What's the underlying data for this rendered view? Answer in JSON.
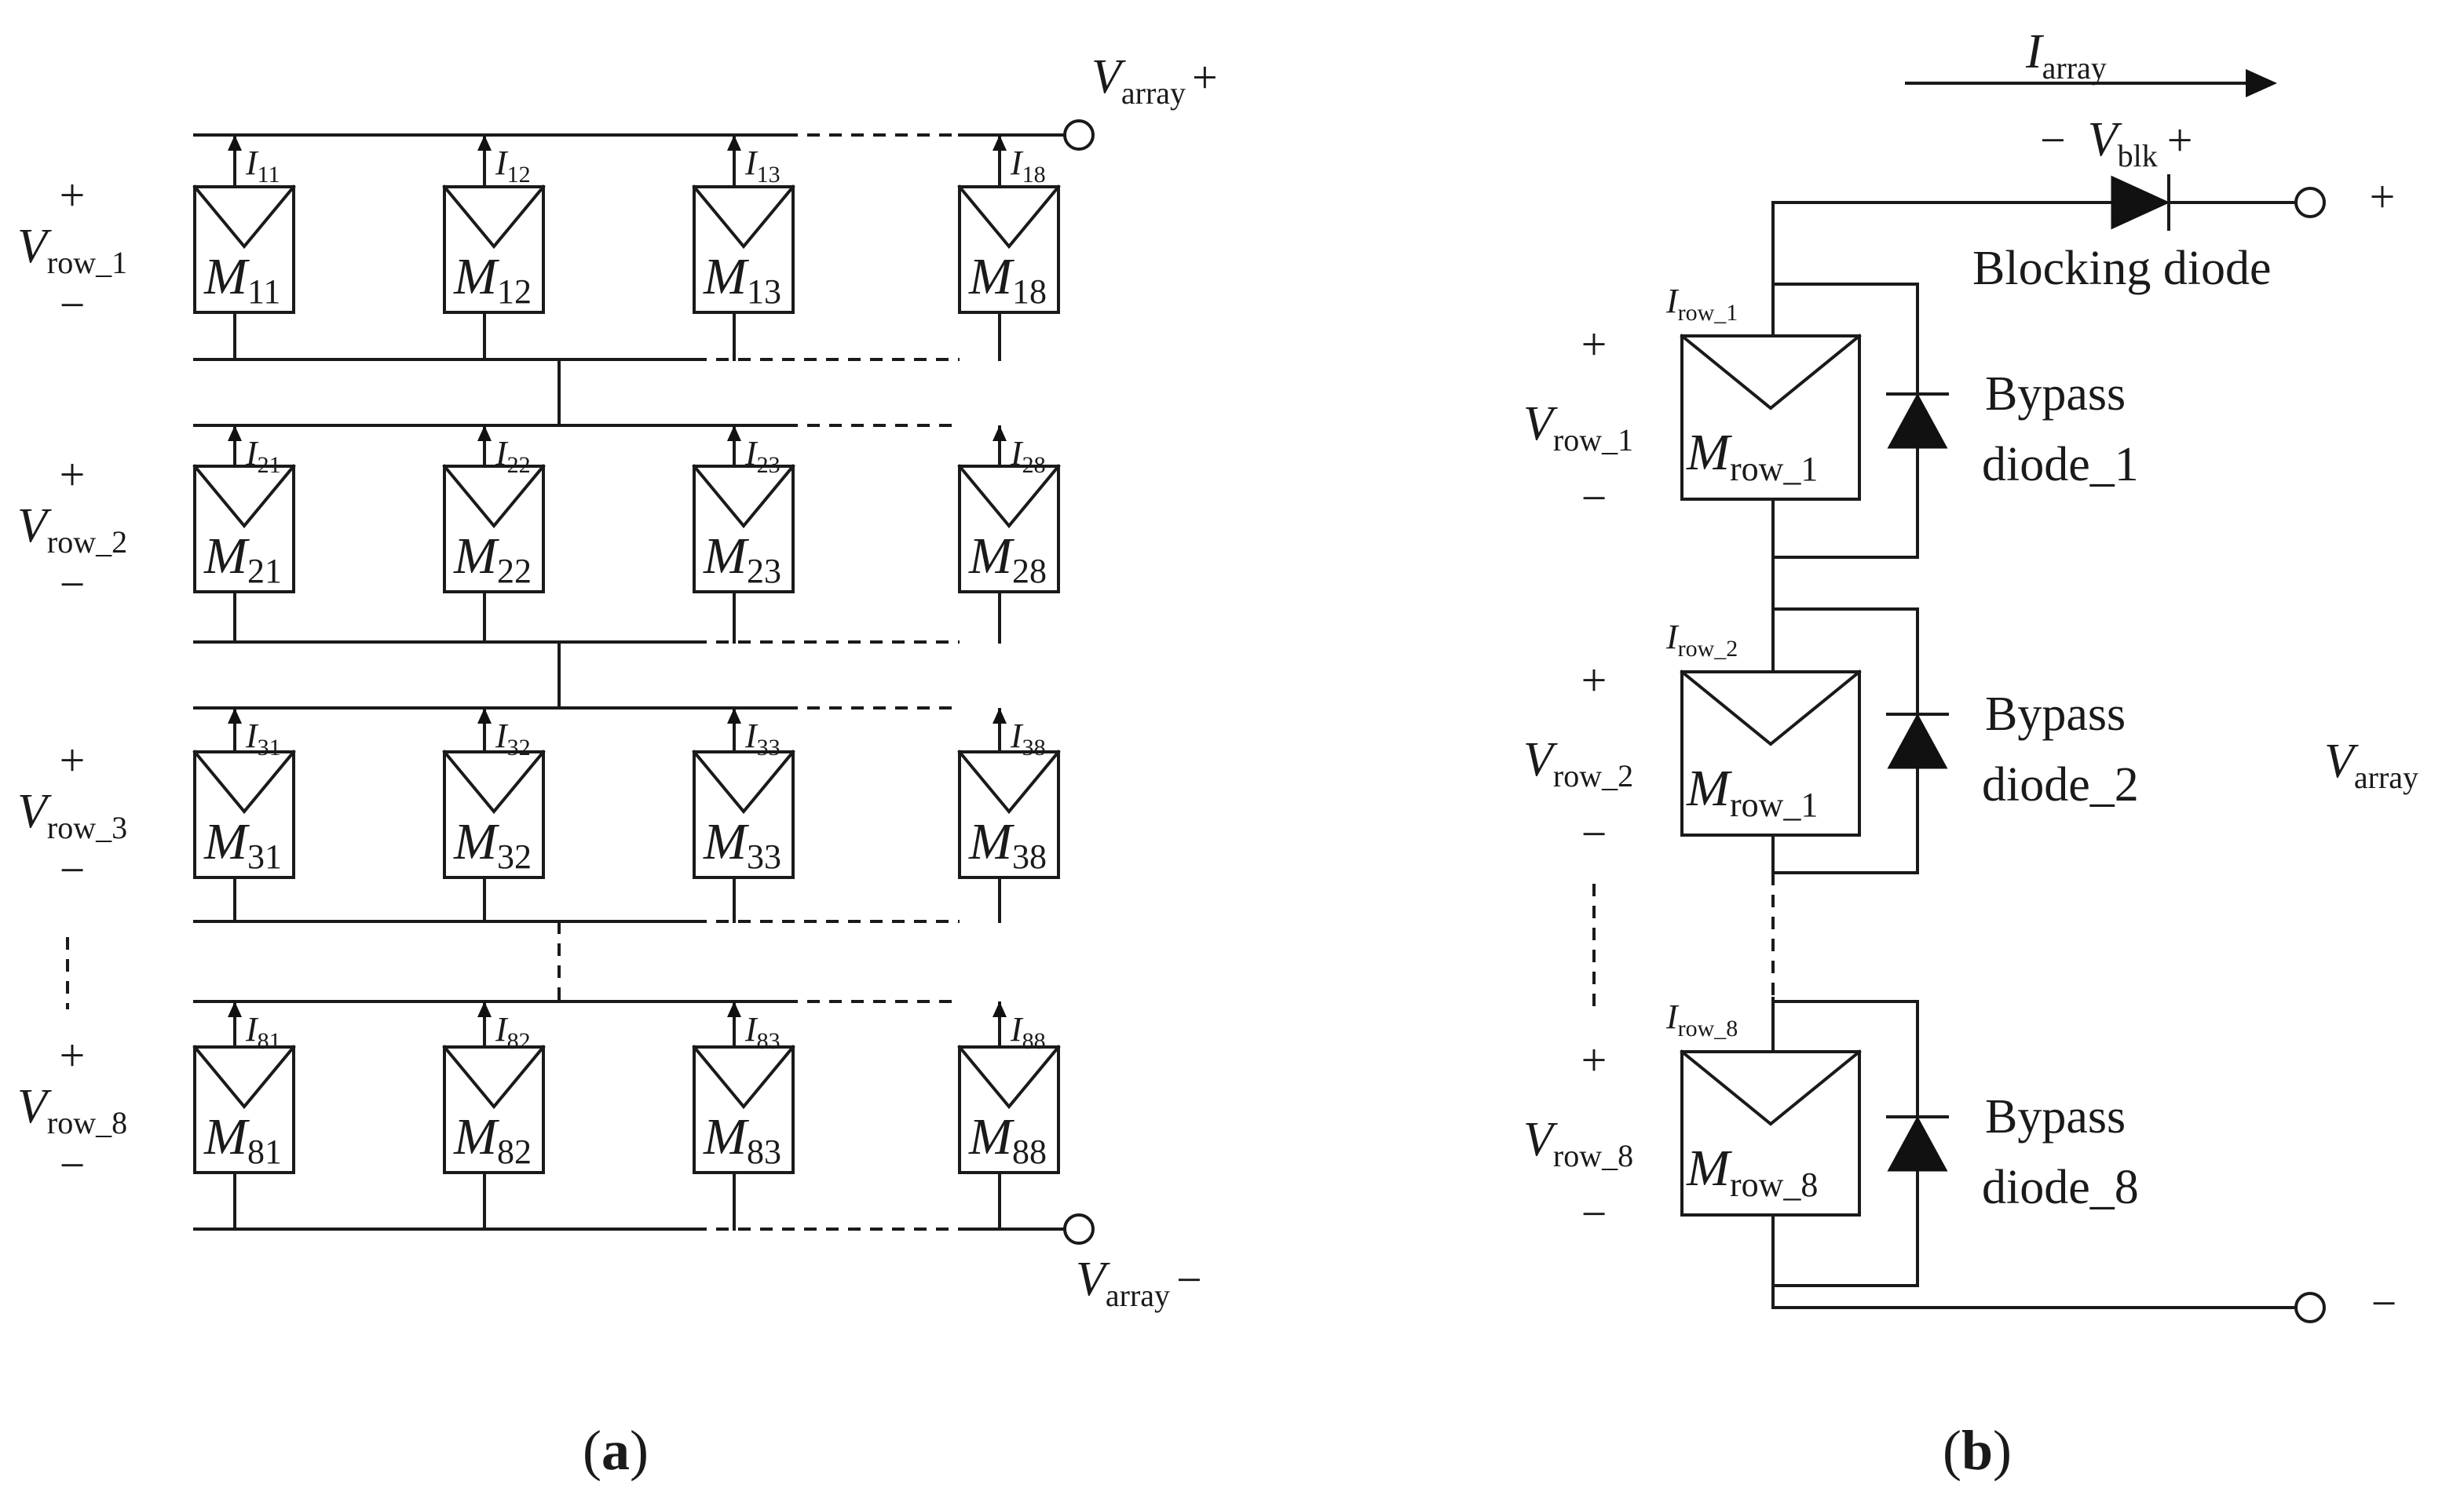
{
  "panel_a": {
    "rows": [
      {
        "v_label": "V",
        "v_sub": "row_1",
        "modules": [
          {
            "m": "M",
            "m_sub": "11",
            "i": "I",
            "i_sub": "11"
          },
          {
            "m": "M",
            "m_sub": "12",
            "i": "I",
            "i_sub": "12"
          },
          {
            "m": "M",
            "m_sub": "13",
            "i": "I",
            "i_sub": "13"
          },
          {
            "m": "M",
            "m_sub": "18",
            "i": "I",
            "i_sub": "18"
          }
        ]
      },
      {
        "v_label": "V",
        "v_sub": "row_2",
        "modules": [
          {
            "m": "M",
            "m_sub": "21",
            "i": "I",
            "i_sub": "21"
          },
          {
            "m": "M",
            "m_sub": "22",
            "i": "I",
            "i_sub": "22"
          },
          {
            "m": "M",
            "m_sub": "23",
            "i": "I",
            "i_sub": "23"
          },
          {
            "m": "M",
            "m_sub": "28",
            "i": "I",
            "i_sub": "28"
          }
        ]
      },
      {
        "v_label": "V",
        "v_sub": "row_3",
        "modules": [
          {
            "m": "M",
            "m_sub": "31",
            "i": "I",
            "i_sub": "31"
          },
          {
            "m": "M",
            "m_sub": "32",
            "i": "I",
            "i_sub": "32"
          },
          {
            "m": "M",
            "m_sub": "33",
            "i": "I",
            "i_sub": "33"
          },
          {
            "m": "M",
            "m_sub": "38",
            "i": "I",
            "i_sub": "38"
          }
        ]
      },
      {
        "v_label": "V",
        "v_sub": "row_8",
        "modules": [
          {
            "m": "M",
            "m_sub": "81",
            "i": "I",
            "i_sub": "81"
          },
          {
            "m": "M",
            "m_sub": "82",
            "i": "I",
            "i_sub": "82"
          },
          {
            "m": "M",
            "m_sub": "83",
            "i": "I",
            "i_sub": "83"
          },
          {
            "m": "M",
            "m_sub": "88",
            "i": "I",
            "i_sub": "88"
          }
        ]
      }
    ],
    "plus": "+",
    "minus": "−",
    "v_array_top": {
      "v": "V",
      "sub": "array",
      "sign": "+"
    },
    "v_array_bottom": {
      "v": "V",
      "sub": "array",
      "sign": "−"
    },
    "caption": {
      "open": "(",
      "letter": "a",
      "close": ")"
    }
  },
  "panel_b": {
    "i_array": {
      "i": "I",
      "sub": "array"
    },
    "v_blk": {
      "minus": "−",
      "v": "V",
      "sub": "blk",
      "plus": "+"
    },
    "blocking_diode_label": "Blocking diode",
    "out_plus": "+",
    "out_minus": "−",
    "v_array": {
      "v": "V",
      "sub": "array"
    },
    "plus": "+",
    "minus": "−",
    "rows": [
      {
        "i": "I",
        "i_sub": "row_1",
        "v": "V",
        "v_sub": "row_1",
        "m": "M",
        "m_sub": "row_1",
        "bypass_line1": "Bypass",
        "bypass_line2": "diode_1"
      },
      {
        "i": "I",
        "i_sub": "row_2",
        "v": "V",
        "v_sub": "row_2",
        "m": "M",
        "m_sub": "row_1",
        "bypass_line1": "Bypass",
        "bypass_line2": "diode_2"
      },
      {
        "i": "I",
        "i_sub": "row_8",
        "v": "V",
        "v_sub": "row_8",
        "m": "M",
        "m_sub": "row_8",
        "bypass_line1": "Bypass",
        "bypass_line2": "diode_8"
      }
    ],
    "caption": {
      "open": "(",
      "letter": "b",
      "close": ")"
    }
  }
}
